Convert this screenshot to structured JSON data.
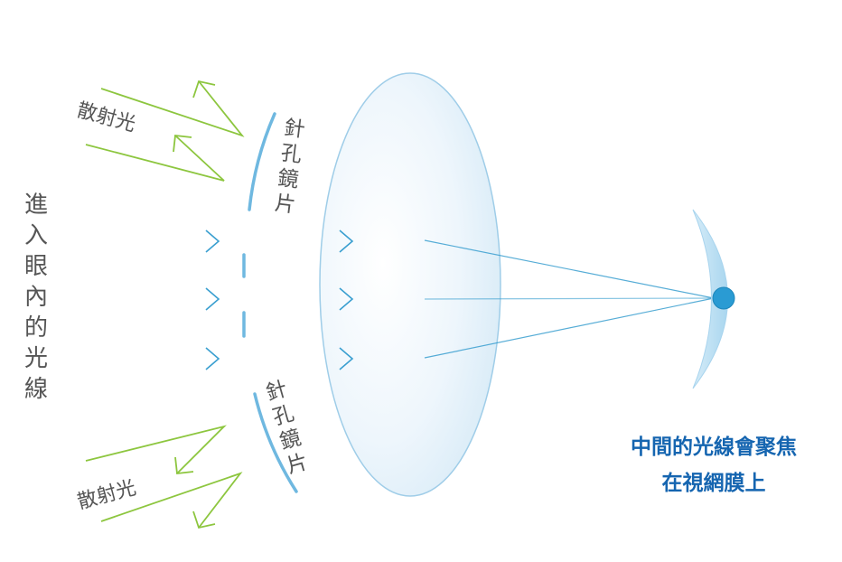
{
  "labels": {
    "incoming_light": "進入眼內的光線",
    "scattered_top": "散射光",
    "scattered_bottom": "散射光",
    "pinhole_top": "針孔鏡片",
    "pinhole_bottom": "針孔鏡片",
    "caption_line1": "中間的光線會聚焦",
    "caption_line2": "在視網膜上"
  },
  "colors": {
    "blue_ray": "#3a9fd0",
    "green_ray": "#8dc63f",
    "lens_stroke": "#9fcde8",
    "retina": "#bfe1f3",
    "focus_dot": "#2a9bd3",
    "caption": "#1565b0",
    "text": "#555555"
  }
}
